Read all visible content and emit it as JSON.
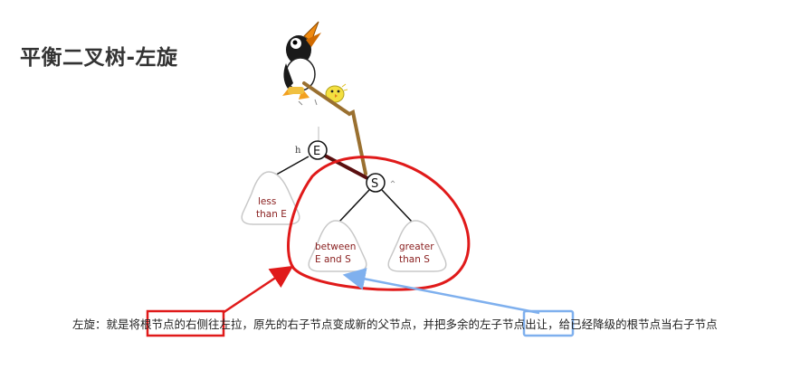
{
  "title": "平衡二叉树-左旋",
  "tree": {
    "root": "E",
    "root_height_label": "h",
    "right_child": "S",
    "subtrees": {
      "left": [
        "less",
        "than E"
      ],
      "middle": [
        "between",
        "E and S"
      ],
      "right": [
        "greater",
        "than S"
      ]
    }
  },
  "caption": {
    "pre": "左旋：就是将",
    "highlight_red": "根节点的右",
    "mid": "侧往左拉，原先的右子节点变成新的父节点，并把多余的",
    "highlight_blue": "左子节点",
    "post": "出让，给已经降级的根节点当右子节点"
  },
  "colors": {
    "highlight_red": "#e01a1a",
    "highlight_blue": "#7fb0ee",
    "rotation_edge": "#5a0f10",
    "subtree_text": "#8a2020",
    "rope": "#9a7030"
  },
  "icons": {
    "mascot": "cartoon-bird-pulling-rope",
    "chick": "yellow-chick"
  }
}
